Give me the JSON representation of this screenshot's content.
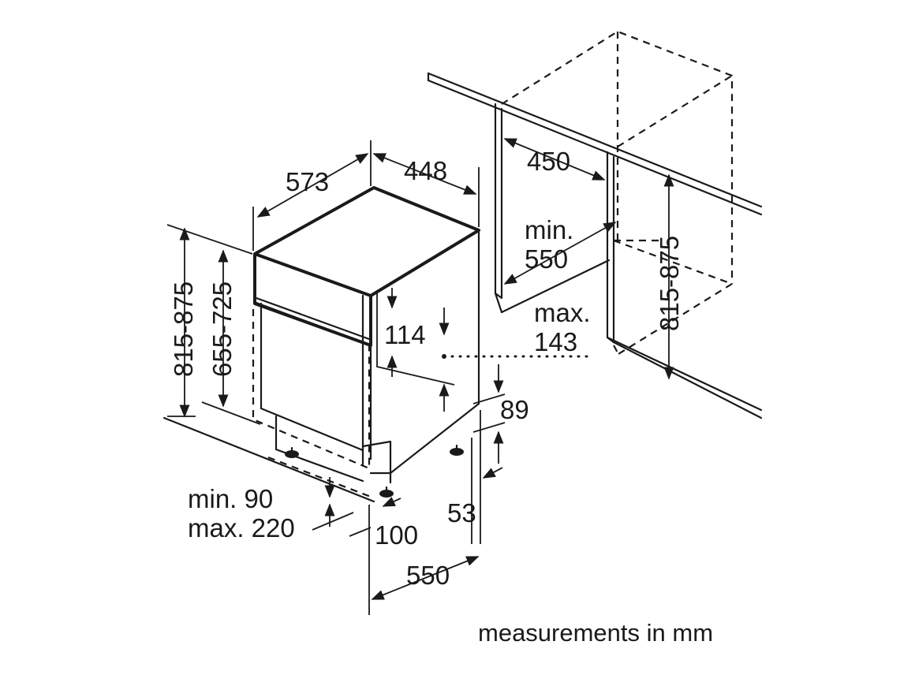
{
  "labels": {
    "depth_573": "573",
    "width_448": "448",
    "height_815_875_left": "815-875",
    "height_655_725": "655-725",
    "dim_114": "114",
    "max_143_line1": "max.",
    "max_143_line2": "143",
    "dim_89": "89",
    "dim_53": "53",
    "plinth_line1": "min. 90",
    "plinth_line2": "max. 220",
    "dim_100": "100",
    "depth_550_bottom": "550",
    "niche_450": "450",
    "niche_min_line1": "min.",
    "niche_min_line2": "550",
    "niche_height_815_875": "815-875"
  },
  "caption": "measurements in mm"
}
